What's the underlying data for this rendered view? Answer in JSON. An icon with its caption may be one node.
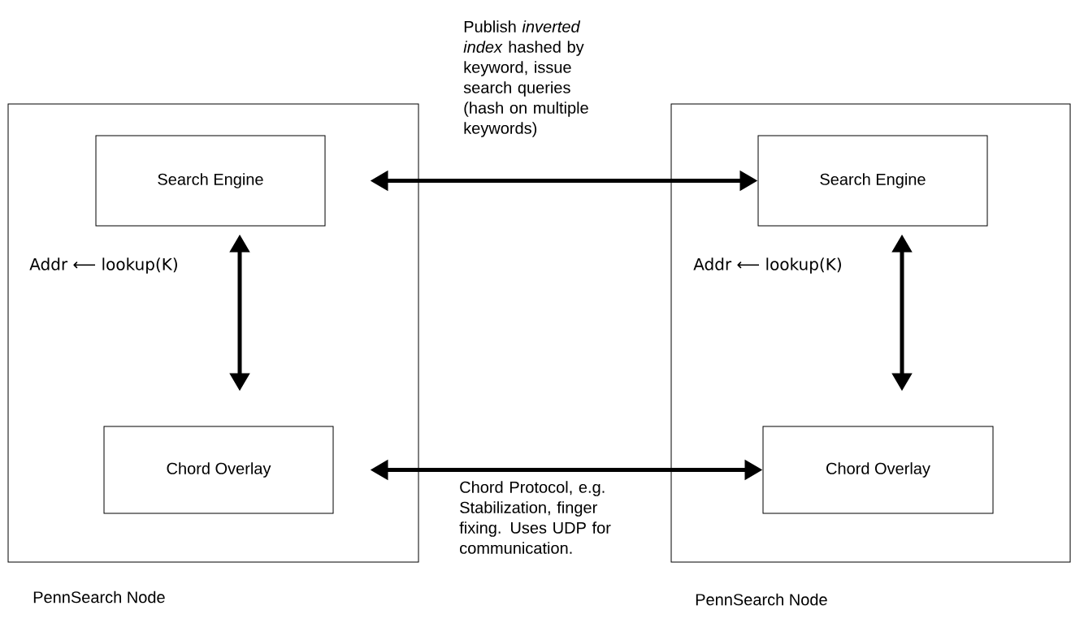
{
  "diagram": {
    "nodes": [
      {
        "text": [
          "PennSearch Node"
        ]
      },
      {
        "text": [
          "Search Engine"
        ],
        "in": 0
      },
      {
        "text": [
          "Chord Overlay"
        ],
        "in": 0
      },
      {
        "text": [
          "PennSearch Node"
        ]
      },
      {
        "text": [
          "Search Engine"
        ],
        "in": 3
      },
      {
        "text": [
          "Chord Overlay"
        ],
        "in": 3
      }
    ],
    "edges": [
      {
        "from": 1,
        "to": 4,
        "arrow": "both",
        "label": "Publish *inverted index* hashed by keyword, issue search queries (hash on multiple keywords)"
      },
      {
        "from": 1,
        "to": 2,
        "arrow": "both"
      },
      {
        "from": 4,
        "to": 5,
        "arrow": "both"
      },
      {
        "from": 2,
        "to": 5,
        "arrow": "both",
        "label": "Chord Protocol, e.g. Stabilization, finger fixing. Uses UDP for communication."
      }
    ],
    "labels": [
      "Addr ⟵ lookup(K)",
      "Addr ⟵ lookup(K)"
    ]
  }
}
